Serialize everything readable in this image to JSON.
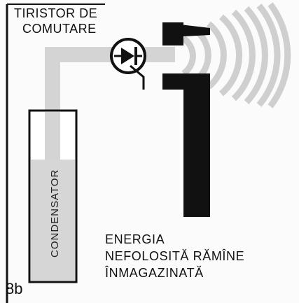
{
  "thyristor_label": {
    "line1": "TIRISTOR DE",
    "line2": "COMUTARE"
  },
  "capacitor_label": "CONDENSATOR",
  "energy_label": {
    "line1": "ENERGIA",
    "line2": "NEFOLOSITĂ RĂMÎNE",
    "line3": "ÎNMAGAZINATĂ"
  },
  "figure_number": "8b"
}
